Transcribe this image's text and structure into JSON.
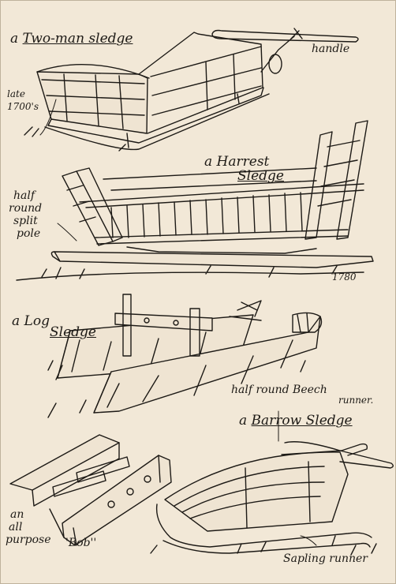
{
  "colors": {
    "paper": "#f2e8d7",
    "ink": "#1d1a16"
  },
  "labels": {
    "two_man_sledge": {
      "article": "a",
      "name": "Two-man sledge"
    },
    "handle": "handle",
    "late_1700s": [
      "late",
      "1700's"
    ],
    "harvest_sledge": {
      "article": "a",
      "name1": "Harrest",
      "name2": "Sledge"
    },
    "half_round_split_pole": [
      "half",
      "round",
      "split",
      "pole"
    ],
    "year_1780": "1780",
    "log_sledge": {
      "article": "a",
      "name1": "Log",
      "name2": "Sledge"
    },
    "half_round_beech": "half round Beech",
    "runner": "runner.",
    "barrow_sledge": {
      "article": "a",
      "name": "Barrow Sledge"
    },
    "all_purpose_bob": {
      "line1": "an",
      "line2": "all",
      "line3": "purpose",
      "bob": "'Bob''"
    },
    "sapling_runner": "Sapling runner"
  }
}
